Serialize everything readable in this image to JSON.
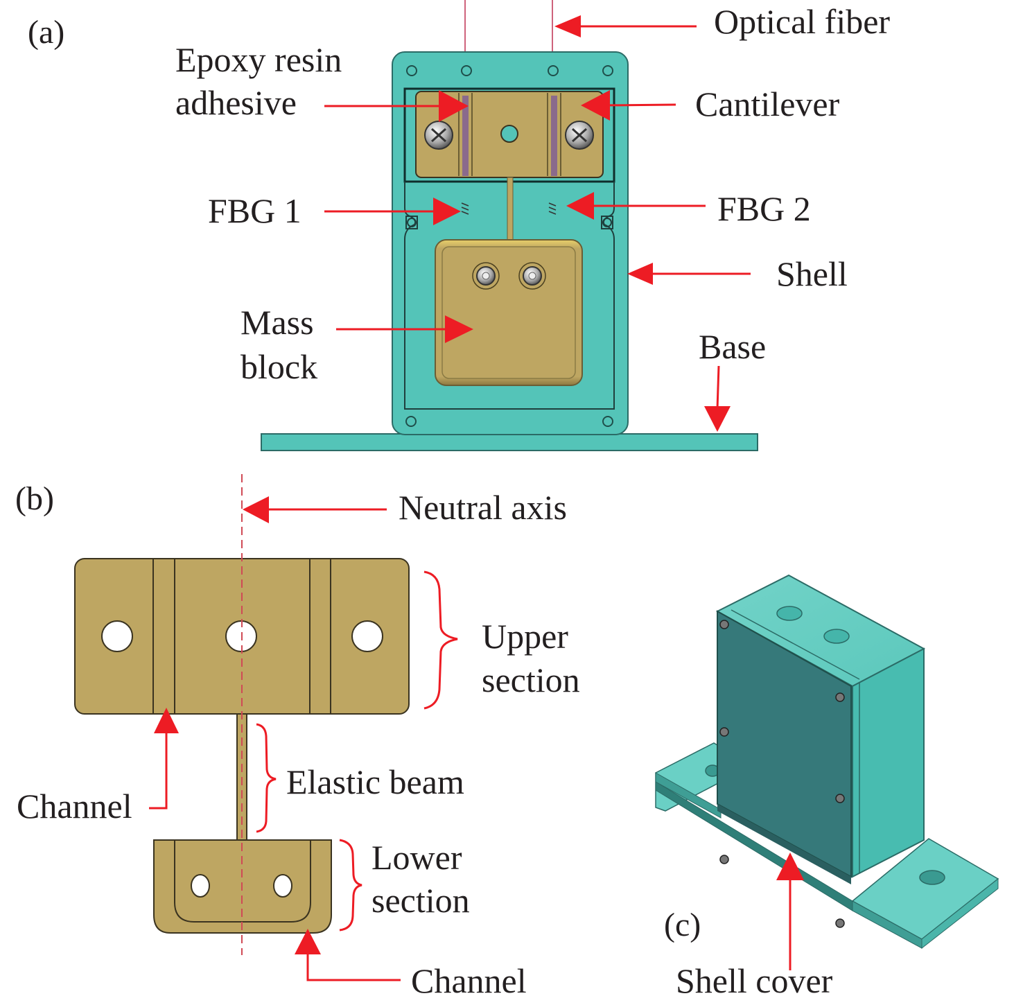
{
  "figure": {
    "panels": {
      "a": "(a)",
      "b": "(b)",
      "c": "(c)"
    },
    "panel_a": {
      "labels": {
        "optical_fiber": "Optical fiber",
        "epoxy_line1": "Epoxy resin",
        "epoxy_line2": "adhesive",
        "cantilever": "Cantilever",
        "fbg1": "FBG 1",
        "fbg2": "FBG 2",
        "shell": "Shell",
        "mass_line1": "Mass",
        "mass_line2": "block",
        "base": "Base"
      }
    },
    "panel_b": {
      "labels": {
        "neutral_axis": "Neutral axis",
        "upper_line1": "Upper",
        "upper_line2": "section",
        "elastic_beam": "Elastic beam",
        "channel_left": "Channel",
        "lower_line1": "Lower",
        "lower_line2": "section",
        "channel_bottom": "Channel"
      }
    },
    "panel_c": {
      "labels": {
        "shell_cover": "Shell cover"
      }
    },
    "colors": {
      "annotation": "#ed1c24",
      "shell_teal": "#54c4b8",
      "cover_dark_teal": "#36797a",
      "cantilever_gold": "#bea662",
      "fiber": "#c23b5a"
    }
  }
}
